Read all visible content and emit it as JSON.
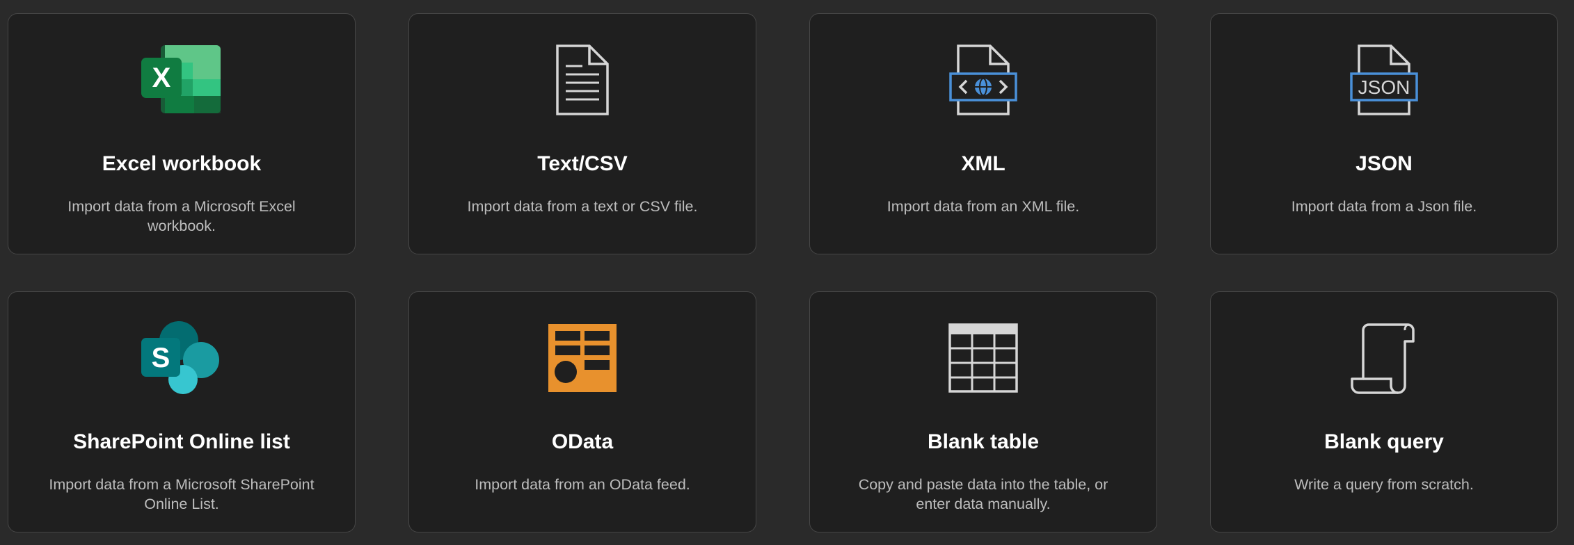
{
  "cards": [
    {
      "title": "Excel workbook",
      "description": "Import data from a Microsoft Excel workbook.",
      "icon": "excel-icon"
    },
    {
      "title": "Text/CSV",
      "description": "Import data from a text or CSV file.",
      "icon": "text-file-icon"
    },
    {
      "title": "XML",
      "description": "Import data from an XML file.",
      "icon": "xml-file-icon"
    },
    {
      "title": "JSON",
      "description": "Import data from a Json file.",
      "icon": "json-file-icon",
      "icon_label": "JSON"
    },
    {
      "title": "SharePoint Online list",
      "description": "Import data from a Microsoft SharePoint Online List.",
      "icon": "sharepoint-icon",
      "icon_label": "S"
    },
    {
      "title": "OData",
      "description": "Import data from an OData feed.",
      "icon": "odata-icon"
    },
    {
      "title": "Blank table",
      "description": "Copy and paste data into the table, or enter data manually.",
      "icon": "table-icon"
    },
    {
      "title": "Blank query",
      "description": "Write a query from scratch.",
      "icon": "scroll-icon"
    }
  ],
  "icons": {
    "excel_letter": "X"
  },
  "colors": {
    "background": "#2a2a2a",
    "card": "#1f1f1f",
    "card_border": "#464646",
    "excel_green": "#21a366",
    "xml_blue": "#4a90d9",
    "odata_orange": "#e8912d",
    "sharepoint_teal": "#036c70"
  }
}
